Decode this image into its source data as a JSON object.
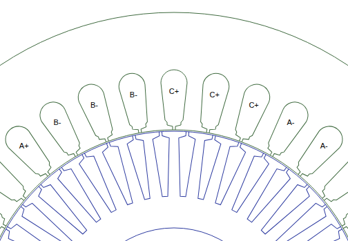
{
  "diagram": {
    "labels": [
      "A+",
      "B-",
      "B-",
      "B-",
      "C+",
      "C+",
      "C+",
      "A-",
      "A-"
    ]
  }
}
